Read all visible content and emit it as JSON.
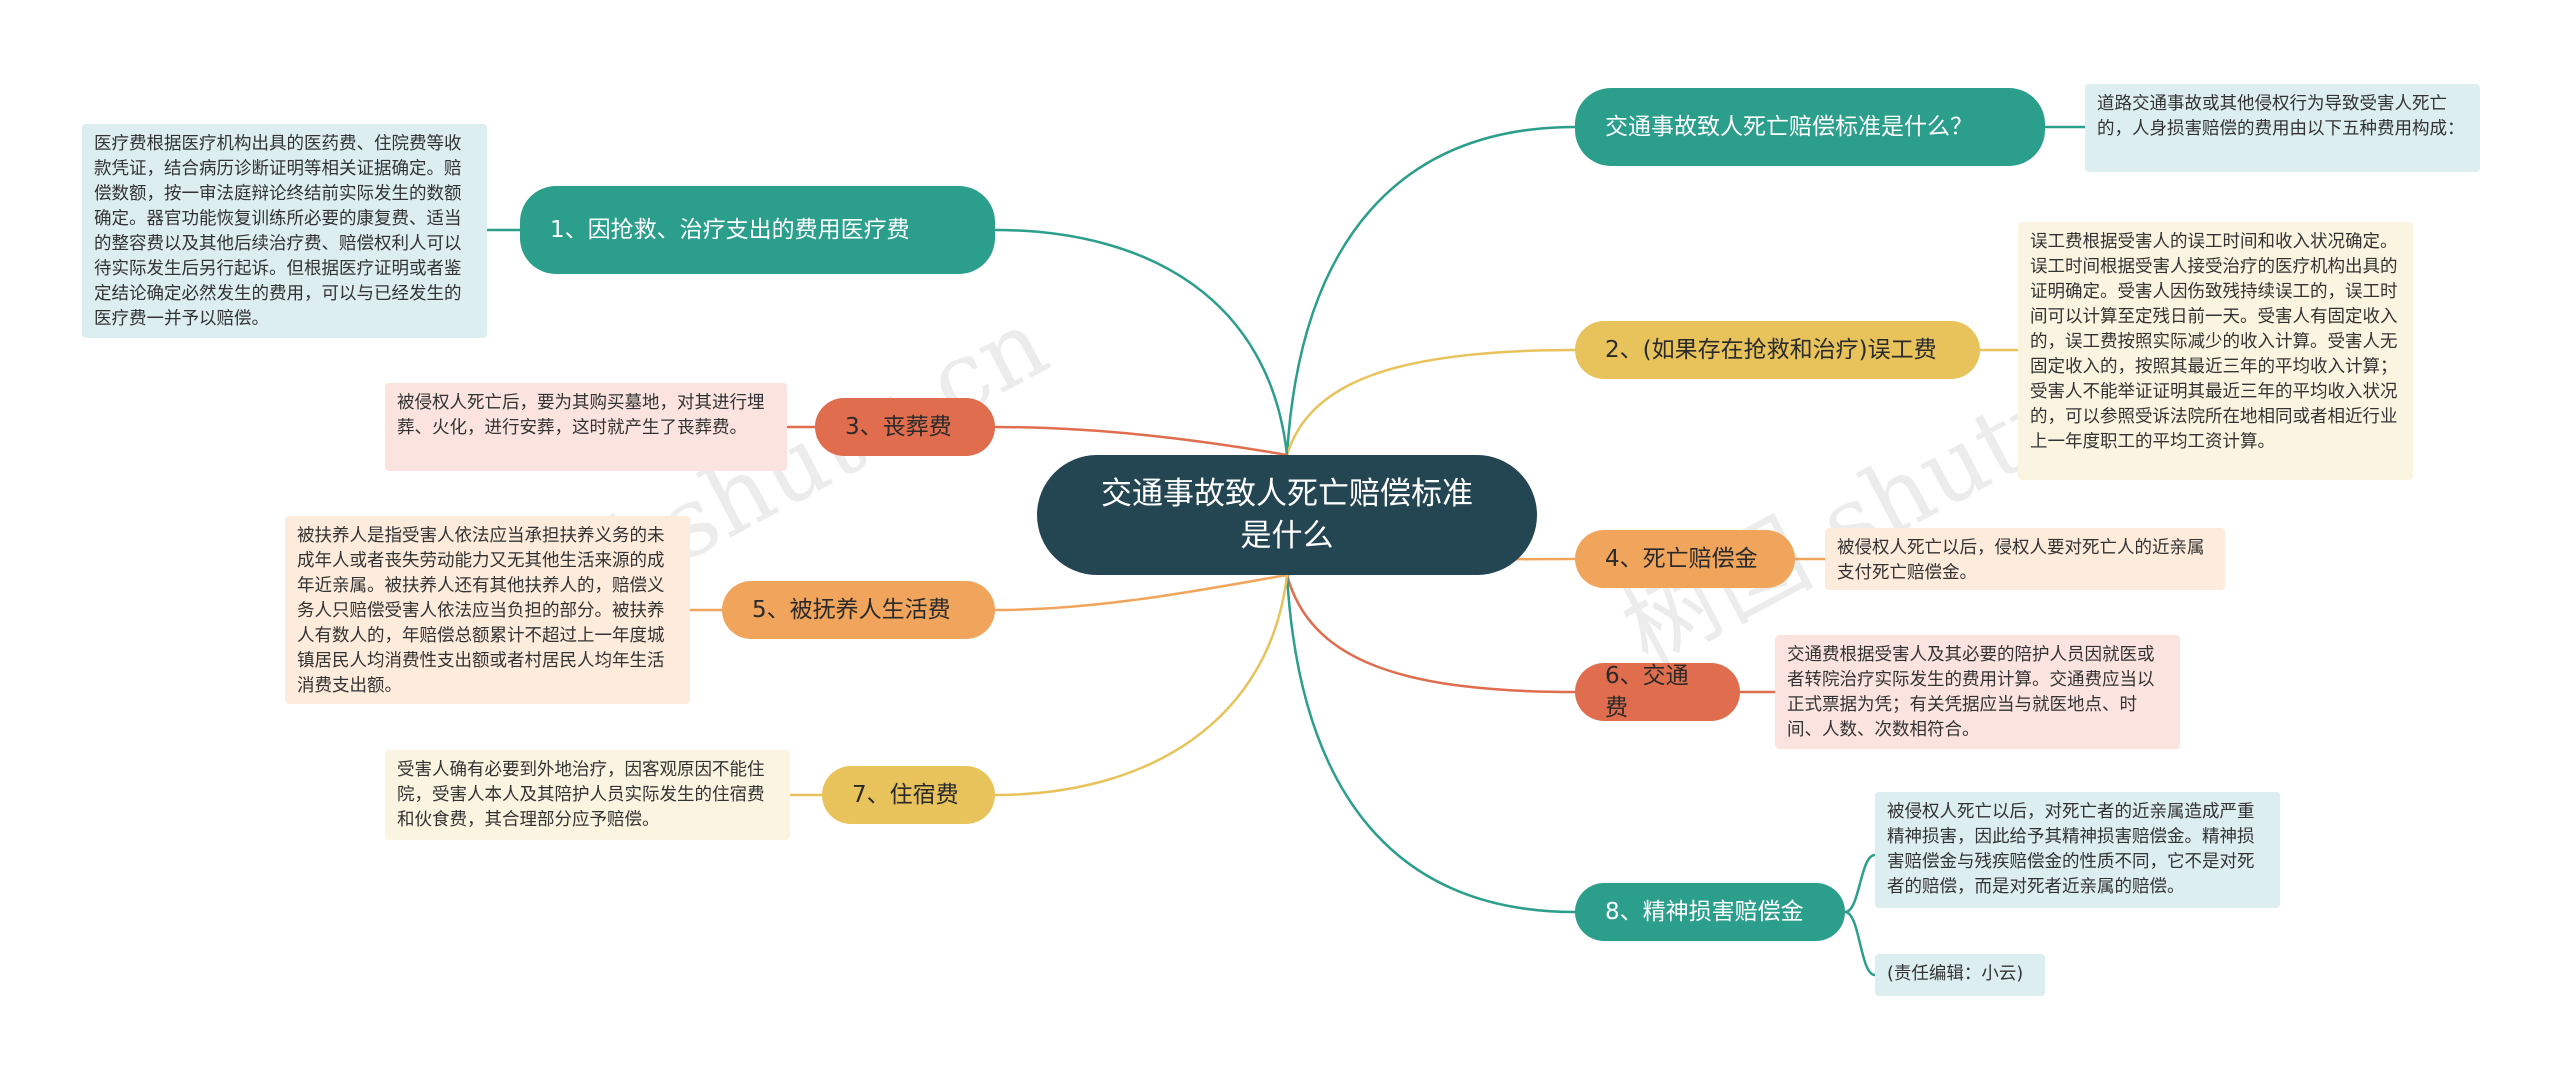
{
  "root": {
    "title": "交通事故致人死亡赔偿标准是什么"
  },
  "branches": [
    {
      "id": "b0",
      "label": "交通事故致人死亡赔偿标准是什么？",
      "color": "#2b9e8c",
      "note": "道路交通事故或其他侵权行为导致受害人死亡的，人身损害赔偿的费用由以下五种费用构成："
    },
    {
      "id": "b1",
      "label": "1、因抢救、治疗支出的费用医疗费",
      "color": "#2b9e8c",
      "note": "医疗费根据医疗机构出具的医药费、住院费等收款凭证，结合病历诊断证明等相关证据确定。赔偿数额，按一审法庭辩论终结前实际发生的数额确定。器官功能恢复训练所必要的康复费、适当的整容费以及其他后续治疗费、赔偿权利人可以待实际发生后另行起诉。但根据医疗证明或者鉴定结论确定必然发生的费用，可以与已经发生的医疗费一并予以赔偿。"
    },
    {
      "id": "b2",
      "label": "2、(如果存在抢救和治疗)误工费",
      "color": "#e8c35c",
      "note": "误工费根据受害人的误工时间和收入状况确定。误工时间根据受害人接受治疗的医疗机构出具的证明确定。受害人因伤致残持续误工的，误工时间可以计算至定残日前一天。受害人有固定收入的，误工费按照实际减少的收入计算。受害人无固定收入的，按照其最近三年的平均收入计算；受害人不能举证证明其最近三年的平均收入状况的，可以参照受诉法院所在地相同或者相近行业上一年度职工的平均工资计算。"
    },
    {
      "id": "b3",
      "label": "3、丧葬费",
      "color": "#e06d4d",
      "note": "被侵权人死亡后，要为其购买墓地，对其进行埋葬、火化，进行安葬，这时就产生了丧葬费。"
    },
    {
      "id": "b4",
      "label": "4、死亡赔偿金",
      "color": "#f1a55c",
      "note": "被侵权人死亡以后，侵权人要对死亡人的近亲属支付死亡赔偿金。"
    },
    {
      "id": "b5",
      "label": "5、被抚养人生活费",
      "color": "#f1a55c",
      "note": "被扶养人是指受害人依法应当承担扶养义务的未成年人或者丧失劳动能力又无其他生活来源的成年近亲属。被扶养人还有其他扶养人的，赔偿义务人只赔偿受害人依法应当负担的部分。被扶养人有数人的，年赔偿总额累计不超过上一年度城镇居民人均消费性支出额或者村居民人均年生活消费支出额。"
    },
    {
      "id": "b6",
      "label": "6、交通费",
      "color": "#e06d4d",
      "note": "交通费根据受害人及其必要的陪护人员因就医或者转院治疗实际发生的费用计算。交通费应当以正式票据为凭；有关凭据应当与就医地点、时间、人数、次数相符合。"
    },
    {
      "id": "b7",
      "label": "7、住宿费",
      "color": "#e8c35c",
      "note": "受害人确有必要到外地治疗，因客观原因不能住院，受害人本人及其陪护人员实际发生的住宿费和伙食费，其合理部分应予赔偿。"
    },
    {
      "id": "b8",
      "label": "8、精神损害赔偿金",
      "color": "#2b9e8c",
      "note": "被侵权人死亡以后，对死亡者的近亲属造成严重精神损害，因此给予其精神损害赔偿金。精神损害赔偿金与残疾赔偿金的性质不同，它不是对死者的赔偿，而是对死者近亲属的赔偿。",
      "note2": "(责任编辑：小云)"
    }
  ],
  "watermark": {
    "text": "树图 shutu.cn"
  }
}
